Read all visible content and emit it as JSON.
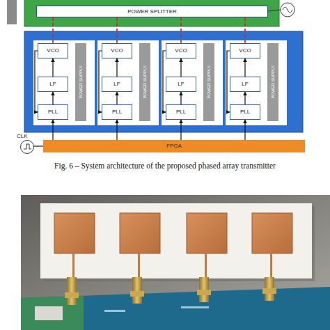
{
  "diagram": {
    "caption": "Fig. 6 – System architecture of the proposed phased array transmitter",
    "nodes": [
      {
        "text": [
          "POWER SPLITTER"
        ]
      },
      {
        "text": [
          "VCO"
        ]
      },
      {
        "text": [
          "LF"
        ]
      },
      {
        "text": [
          "PLL"
        ]
      },
      {
        "text": [
          "POWER SUPPLY"
        ]
      },
      {
        "text": [
          "VCO"
        ]
      },
      {
        "text": [
          "LF"
        ]
      },
      {
        "text": [
          "PLL"
        ]
      },
      {
        "text": [
          "POWER SUPPLY"
        ]
      },
      {
        "text": [
          "VCO"
        ]
      },
      {
        "text": [
          "LF"
        ]
      },
      {
        "text": [
          "PLL"
        ]
      },
      {
        "text": [
          "POWER SUPPLY"
        ]
      },
      {
        "text": [
          "VCO"
        ]
      },
      {
        "text": [
          "LF"
        ]
      },
      {
        "text": [
          "PLL"
        ]
      },
      {
        "text": [
          "POWER SUPPLY"
        ]
      },
      {
        "text": [
          "CLK"
        ]
      },
      {
        "text": [
          "FPGA"
        ]
      }
    ],
    "edges": [
      {
        "from": 0,
        "to": 1,
        "arrow": "none"
      },
      {
        "from": 0,
        "to": 5,
        "arrow": "none"
      },
      {
        "from": 0,
        "to": 9,
        "arrow": "none"
      },
      {
        "from": 0,
        "to": 13,
        "arrow": "none"
      },
      {
        "from": 3,
        "to": 2,
        "arrow": "to"
      },
      {
        "from": 2,
        "to": 1,
        "arrow": "to"
      },
      {
        "from": 1,
        "to": 3,
        "arrow": "to"
      },
      {
        "from": 7,
        "to": 6,
        "arrow": "to"
      },
      {
        "from": 6,
        "to": 5,
        "arrow": "to"
      },
      {
        "from": 5,
        "to": 7,
        "arrow": "to"
      },
      {
        "from": 11,
        "to": 10,
        "arrow": "to"
      },
      {
        "from": 10,
        "to": 9,
        "arrow": "to"
      },
      {
        "from": 9,
        "to": 11,
        "arrow": "to"
      },
      {
        "from": 15,
        "to": 14,
        "arrow": "to"
      },
      {
        "from": 14,
        "to": 13,
        "arrow": "to"
      },
      {
        "from": 13,
        "to": 15,
        "arrow": "to"
      },
      {
        "from": 18,
        "to": 3,
        "arrow": "to"
      },
      {
        "from": 18,
        "to": 7,
        "arrow": "to"
      },
      {
        "from": 18,
        "to": 11,
        "arrow": "to"
      },
      {
        "from": 18,
        "to": 15,
        "arrow": "to"
      },
      {
        "from": 17,
        "to": 18,
        "arrow": "none"
      }
    ]
  }
}
